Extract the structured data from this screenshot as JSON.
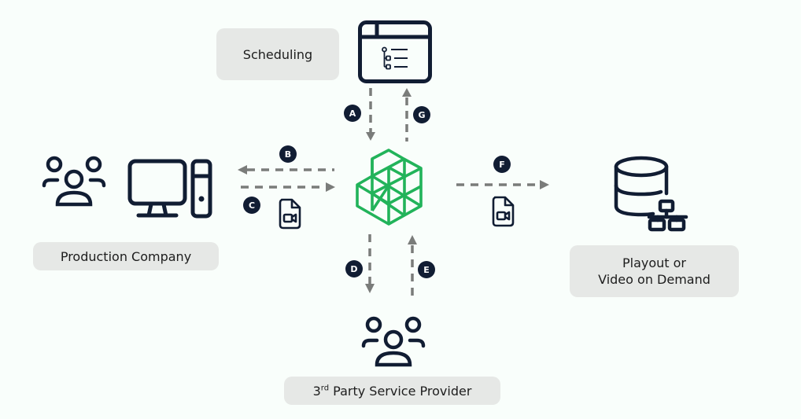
{
  "diagram": {
    "type": "media-workflow-flowchart",
    "hub": {
      "name": "central-platform",
      "icon": "hexagon-cube-logo-icon",
      "color": "#22b35a"
    },
    "nodes": {
      "scheduling": {
        "label": "Scheduling",
        "icon": "scheduling-window-icon"
      },
      "production": {
        "label": "Production Company",
        "icons": [
          "user-group-icon",
          "desktop-computer-icon"
        ]
      },
      "playout": {
        "label_line1": "Playout or",
        "label_line2": "Video on Demand",
        "icon": "database-network-icon"
      },
      "provider": {
        "label_prefix": "3",
        "label_sup": "rd",
        "label_rest": " Party Service Provider",
        "icon": "user-group-icon"
      }
    },
    "flows": [
      {
        "id": "A",
        "from": "Scheduling",
        "to": "hub",
        "direction": "down"
      },
      {
        "id": "B",
        "from": "hub",
        "to": "Production Company",
        "direction": "left"
      },
      {
        "id": "C",
        "from": "Production Company",
        "to": "hub",
        "direction": "right",
        "payload": "video-file-icon"
      },
      {
        "id": "D",
        "from": "hub",
        "to": "3rd Party Service Provider",
        "direction": "down"
      },
      {
        "id": "E",
        "from": "3rd Party Service Provider",
        "to": "hub",
        "direction": "up"
      },
      {
        "id": "F",
        "from": "hub",
        "to": "Playout or Video on Demand",
        "direction": "right",
        "payload": "video-file-icon"
      },
      {
        "id": "G",
        "from": "hub",
        "to": "Scheduling",
        "direction": "up"
      }
    ],
    "colors": {
      "background": "#f9fefb",
      "icon_stroke": "#111d33",
      "arrow": "#7a7c7a",
      "label_bg": "#e6e8e6",
      "badge_bg": "#111d33",
      "hub_green": "#22b35a"
    }
  }
}
